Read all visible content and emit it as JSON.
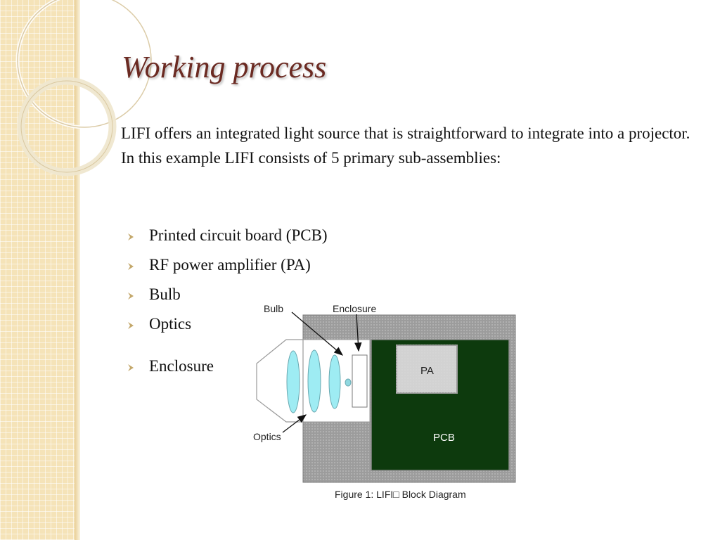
{
  "slide": {
    "title": "Working process",
    "intro": "LIFI offers an integrated light source that is straightforward to integrate into a projector.  In this example LIFI consists of 5 primary sub-assemblies:",
    "bullets": [
      "Printed circuit board (PCB)",
      "RF power amplifier (PA)",
      "Bulb",
      "Optics",
      "Enclosure"
    ]
  },
  "figure": {
    "labels": {
      "bulb": "Bulb",
      "enclosure": "Enclosure",
      "optics": "Optics",
      "pa": "PA",
      "pcb": "PCB"
    },
    "caption": "Figure 1: LIFI□ Block Diagram"
  },
  "colors": {
    "title": "#6b2a22",
    "sidebar": "#f5e3b8",
    "pcb": "#003300",
    "enclosure": "#9a9a9a",
    "lens": "#8fe7f0",
    "bullet_arrow": "#c3a76a"
  }
}
